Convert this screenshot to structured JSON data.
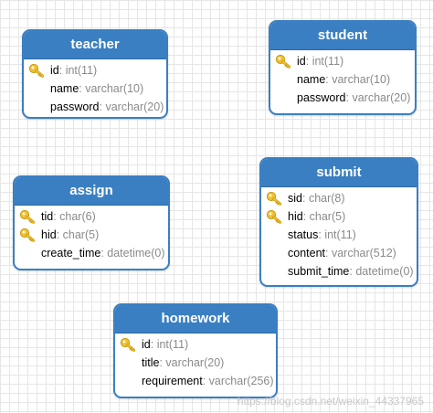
{
  "tables": [
    {
      "name": "teacher",
      "fields": [
        {
          "name": "id",
          "type": "int(11)",
          "key": true
        },
        {
          "name": "name",
          "type": "varchar(10)",
          "key": false
        },
        {
          "name": "password",
          "type": "varchar(20)",
          "key": false
        }
      ]
    },
    {
      "name": "student",
      "fields": [
        {
          "name": "id",
          "type": "int(11)",
          "key": true
        },
        {
          "name": "name",
          "type": "varchar(10)",
          "key": false
        },
        {
          "name": "password",
          "type": "varchar(20)",
          "key": false
        }
      ]
    },
    {
      "name": "assign",
      "fields": [
        {
          "name": "tid",
          "type": "char(6)",
          "key": true
        },
        {
          "name": "hid",
          "type": "char(5)",
          "key": true
        },
        {
          "name": "create_time",
          "type": "datetime(0)",
          "key": false
        }
      ]
    },
    {
      "name": "submit",
      "fields": [
        {
          "name": "sid",
          "type": "char(8)",
          "key": true
        },
        {
          "name": "hid",
          "type": "char(5)",
          "key": true
        },
        {
          "name": "status",
          "type": "int(11)",
          "key": false
        },
        {
          "name": "content",
          "type": "varchar(512)",
          "key": false
        },
        {
          "name": "submit_time",
          "type": "datetime(0)",
          "key": false
        }
      ]
    },
    {
      "name": "homework",
      "fields": [
        {
          "name": "id",
          "type": "int(11)",
          "key": true
        },
        {
          "name": "title",
          "type": "varchar(20)",
          "key": false
        },
        {
          "name": "requirement",
          "type": "varchar(256)",
          "key": false
        }
      ]
    }
  ],
  "watermark": "https://blog.csdn.net/weixin_44337965",
  "colors": {
    "header": "#3a7fc2",
    "type_text": "#8a8a8a",
    "key_icon": "key-icon"
  }
}
